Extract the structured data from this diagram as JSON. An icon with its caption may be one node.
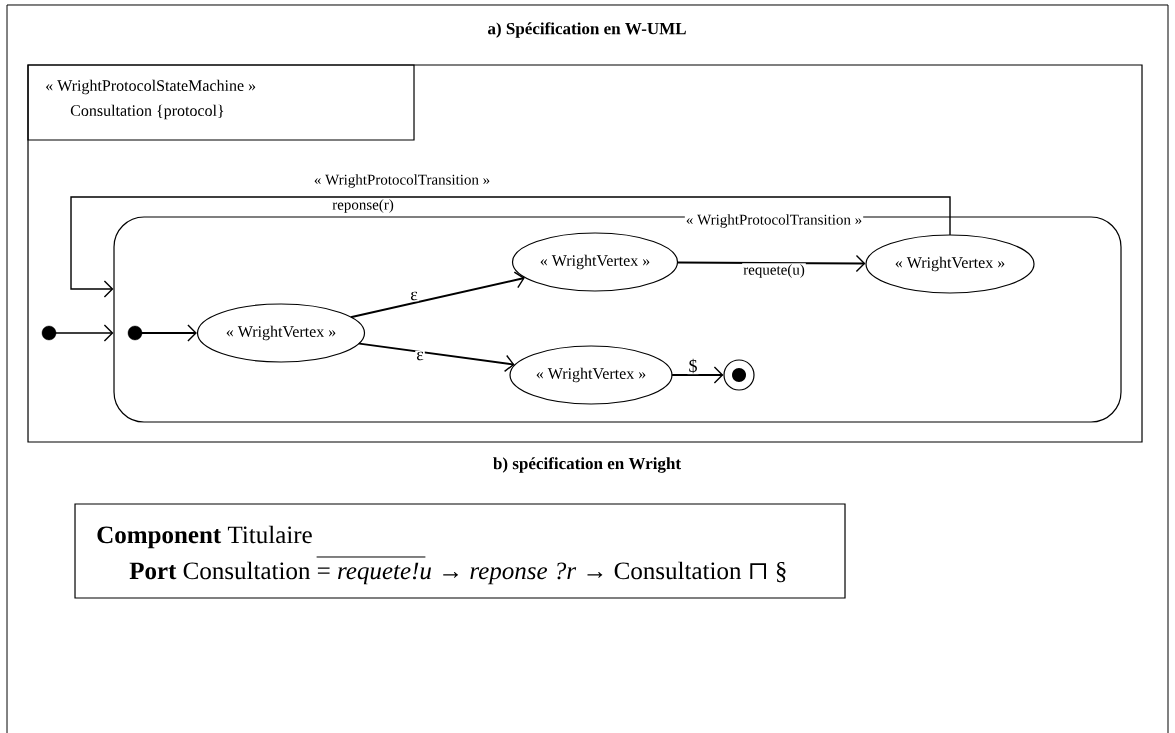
{
  "diagram": {
    "title": "a) Spécification en W-UML",
    "nodes": [
      {
        "text": [
          "« WrightProtocolStateMachine »",
          "Consultation {protocol}"
        ]
      },
      {
        "text": [],
        "shape": "dot",
        "in": 0
      },
      {
        "text": [],
        "shape": "box",
        "in": 0
      },
      {
        "text": [],
        "shape": "dot",
        "in": 2
      },
      {
        "text": [
          "« WrightVertex »"
        ],
        "in": 2
      },
      {
        "text": [
          "« WrightVertex »"
        ],
        "in": 2
      },
      {
        "text": [
          "« WrightVertex »"
        ],
        "in": 2
      },
      {
        "text": [
          "« WrightVertex »"
        ],
        "in": 2
      },
      {
        "text": [],
        "shape": "circle",
        "in": 2
      },
      {
        "text": [
          "**Component** Titulaire",
          "**Port** Consultation = *requete!u* → *reponse ?r* → Consultation ⊓ §"
        ]
      }
    ],
    "edges": [
      {
        "from": 1,
        "to": 2,
        "arrow": "to"
      },
      {
        "from": 7,
        "to": 2,
        "arrow": "to",
        "label": "reponse(r)"
      },
      {
        "from": 3,
        "to": 4,
        "arrow": "to"
      },
      {
        "from": 4,
        "to": 5,
        "arrow": "to",
        "label": "ε"
      },
      {
        "from": 4,
        "to": 6,
        "arrow": "to",
        "label": "ε"
      },
      {
        "from": 5,
        "to": 7,
        "arrow": "to",
        "label": "requete(u)"
      },
      {
        "from": 6,
        "to": 8,
        "arrow": "to",
        "label": "$"
      }
    ],
    "labels": [
      "« WrightProtocolTransition »",
      "« WrightProtocolTransition »",
      "b) spécification en Wright"
    ]
  }
}
